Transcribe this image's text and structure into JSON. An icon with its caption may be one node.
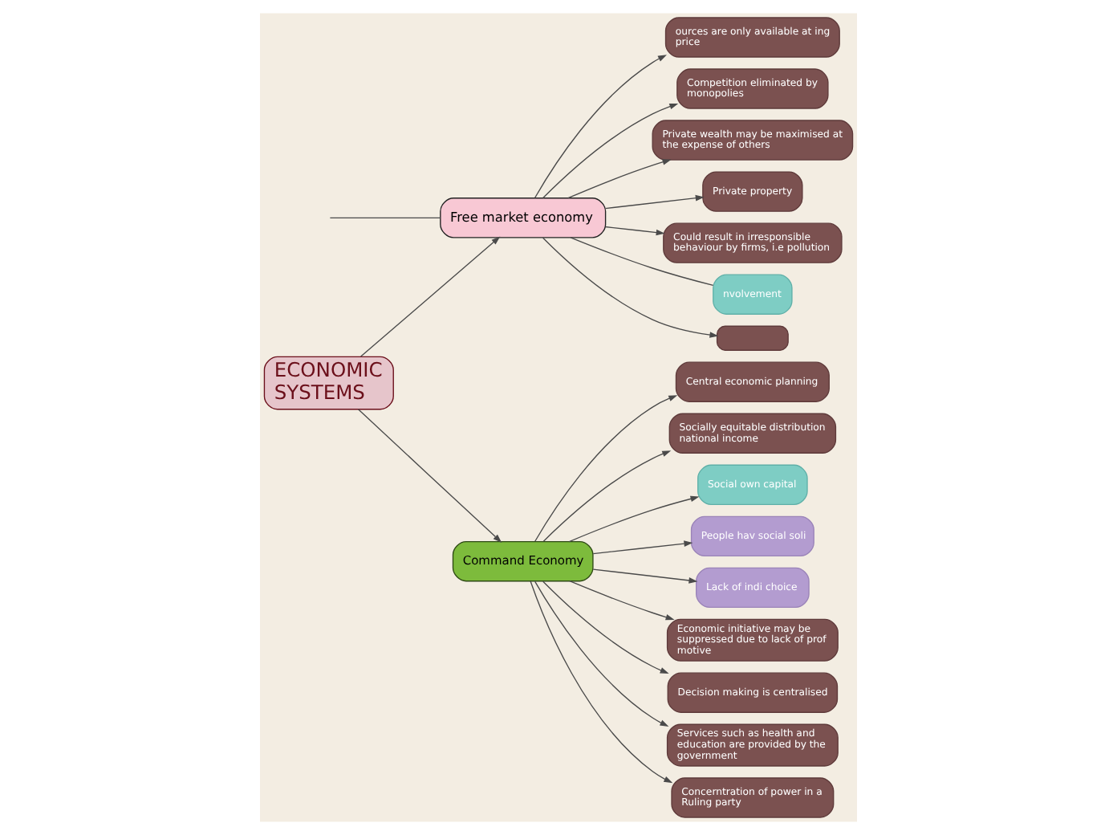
{
  "diagram": {
    "nodes": [
      {
        "text": [
          "ECONOMIC SYSTEMS"
        ]
      },
      {
        "text": [
          "Free market economy"
        ]
      },
      {
        "text": [
          "ources are only available at ing price"
        ]
      },
      {
        "text": [
          "Competition eliminated by monopolies"
        ]
      },
      {
        "text": [
          "Private wealth may be maximised at the expense of others"
        ]
      },
      {
        "text": [
          "Private property"
        ]
      },
      {
        "text": [
          "Could result in irresponsible behaviour by firms, i.e pollution"
        ]
      },
      {
        "text": [
          "nvolvement"
        ]
      },
      {
        "text": [],
        "shape": "box"
      },
      {
        "text": [
          "Command Economy"
        ]
      },
      {
        "text": [
          "Central economic planning"
        ]
      },
      {
        "text": [
          "Socially equitable distribution national income"
        ]
      },
      {
        "text": [
          "Social own capital"
        ]
      },
      {
        "text": [
          "People hav social soli"
        ]
      },
      {
        "text": [
          "Lack of indi choice"
        ]
      },
      {
        "text": [
          "Economic initiative may be suppressed due to lack of prof motive"
        ]
      },
      {
        "text": [
          "Decision making is centralised"
        ]
      },
      {
        "text": [
          "Services such as health and education are provided by the government"
        ]
      },
      {
        "text": [
          "Concerntration of power in a Ruling party"
        ]
      }
    ],
    "edges": [
      {
        "from": 0,
        "to": 1,
        "arrow": "to"
      },
      {
        "from": 0,
        "to": 9,
        "arrow": "to"
      },
      {
        "from": 1,
        "to": 2,
        "arrow": "to"
      },
      {
        "from": 1,
        "to": 3,
        "arrow": "to"
      },
      {
        "from": 1,
        "to": 4,
        "arrow": "to"
      },
      {
        "from": 1,
        "to": 5,
        "arrow": "to"
      },
      {
        "from": 1,
        "to": 6,
        "arrow": "to"
      },
      {
        "from": 1,
        "to": 7,
        "arrow": "none"
      },
      {
        "from": 1,
        "to": 8,
        "arrow": "to"
      },
      {
        "from": 1,
        "to": null,
        "arrow": "none"
      },
      {
        "from": 9,
        "to": 10,
        "arrow": "to"
      },
      {
        "from": 9,
        "to": 11,
        "arrow": "to"
      },
      {
        "from": 9,
        "to": 12,
        "arrow": "to"
      },
      {
        "from": 9,
        "to": 13,
        "arrow": "to"
      },
      {
        "from": 9,
        "to": 14,
        "arrow": "to"
      },
      {
        "from": 9,
        "to": 15,
        "arrow": "to"
      },
      {
        "from": 9,
        "to": 16,
        "arrow": "to"
      },
      {
        "from": 9,
        "to": 17,
        "arrow": "to"
      },
      {
        "from": 9,
        "to": 18,
        "arrow": "to"
      }
    ]
  }
}
